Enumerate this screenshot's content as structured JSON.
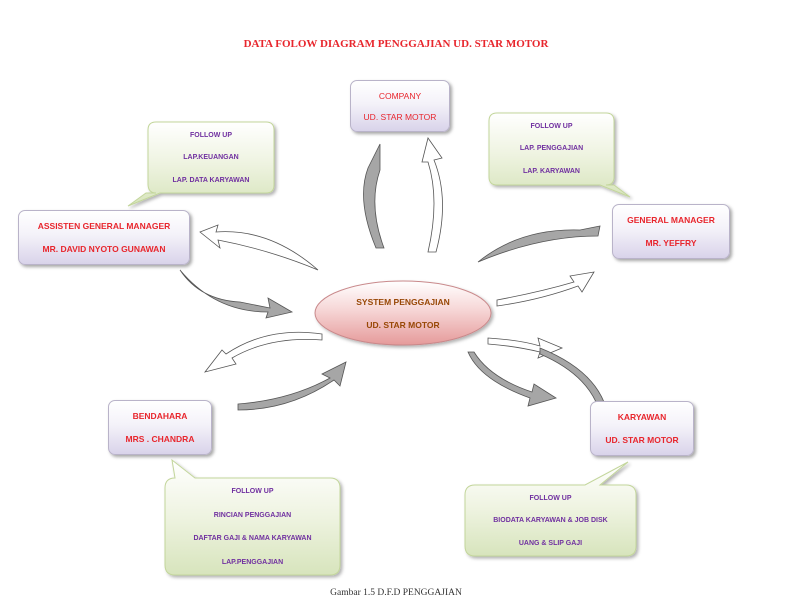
{
  "title": "DATA FOLOW DIAGRAM PENGGAJIAN UD. STAR MOTOR",
  "caption": "Gambar 1.5 D.F.D PENGGAJIAN",
  "center": {
    "line1": "SYSTEM PENGGAJIAN",
    "line2": "UD. STAR MOTOR"
  },
  "company": {
    "line1": "COMPANY",
    "line2": "UD. STAR MOTOR"
  },
  "agm": {
    "line1": "ASSISTEN GENERAL MANAGER",
    "line2": "MR. DAVID NYOTO GUNAWAN"
  },
  "gm": {
    "line1": "GENERAL MANAGER",
    "line2": "MR. YEFFRY"
  },
  "bendahara": {
    "line1": "BENDAHARA",
    "line2": "MRS . CHANDRA"
  },
  "karyawan": {
    "line1": "KARYAWAN",
    "line2": "UD. STAR MOTOR"
  },
  "callout_agm": {
    "line1": "FOLLOW UP",
    "line2": "LAP.KEUANGAN",
    "line3": "LAP. DATA KARYAWAN"
  },
  "callout_gm": {
    "line1": "FOLLOW UP",
    "line2": "LAP. PENGGAJIAN",
    "line3": "LAP. KARYAWAN"
  },
  "callout_bendahara": {
    "line1": "FOLLOW UP",
    "line2": "RINCIAN PENGGAJIAN",
    "line3": "DAFTAR GAJI & NAMA KARYAWAN",
    "line4": "LAP.PENGGAJIAN"
  },
  "callout_karyawan": {
    "line1": "FOLLOW UP",
    "line2": "BIODATA KARYAWAN & JOB DISK",
    "line3": "UANG  & SLIP GAJI"
  },
  "colors": {
    "red": "#e8262d",
    "purple": "#7030a0",
    "brown": "#984806",
    "callout_fill": "#ebf1dd",
    "arrow_shade": "#a6a6a6"
  }
}
